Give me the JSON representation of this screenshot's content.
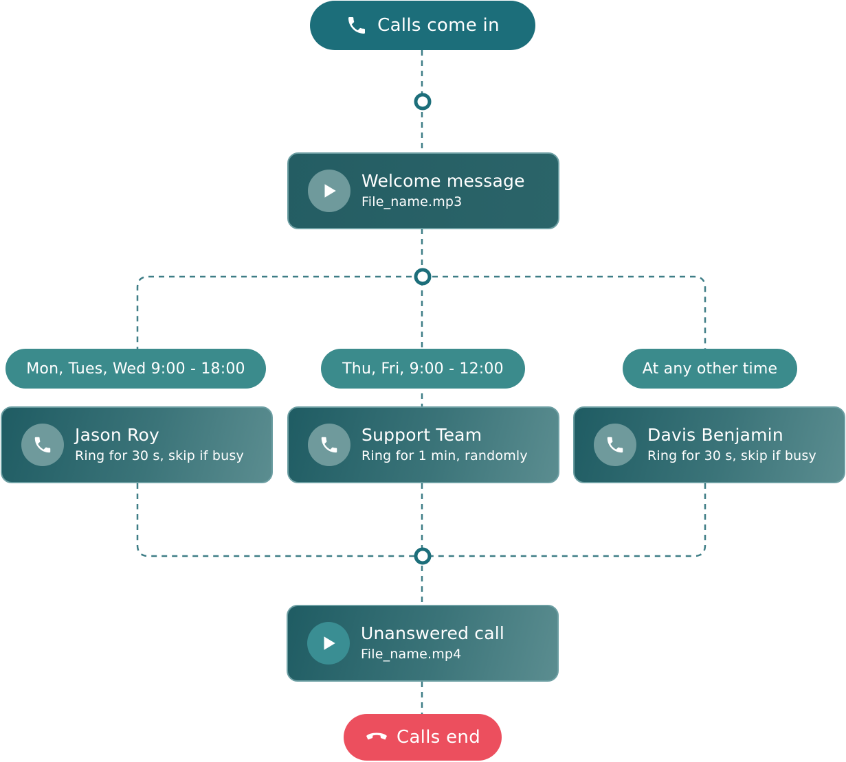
{
  "start": {
    "label": "Calls come in",
    "icon": "phone-icon",
    "color": "#1c6e7a"
  },
  "welcome": {
    "title": "Welcome message",
    "file": "File_name.mp3",
    "icon": "play-icon"
  },
  "branches": [
    {
      "condition": "Mon, Tues, Wed 9:00 - 18:00",
      "name": "Jason Roy",
      "rule": "Ring for 30 s, skip if busy",
      "icon": "phone-icon"
    },
    {
      "condition": "Thu, Fri, 9:00 - 12:00",
      "name": "Support Team",
      "rule": "Ring for 1 min, randomly",
      "icon": "phone-icon"
    },
    {
      "condition": "At any other time",
      "name": "Davis Benjamin",
      "rule": "Ring for 30 s, skip if busy",
      "icon": "phone-icon"
    }
  ],
  "unanswered": {
    "title": "Unanswered call",
    "file": "File_name.mp4",
    "icon": "play-icon"
  },
  "end": {
    "label": "Calls end",
    "icon": "hangup-icon",
    "color": "#ec4f5e"
  },
  "colors": {
    "connector": "#3e7d86",
    "node": "#1c6e7a",
    "card_border": "#6d9fa3"
  }
}
